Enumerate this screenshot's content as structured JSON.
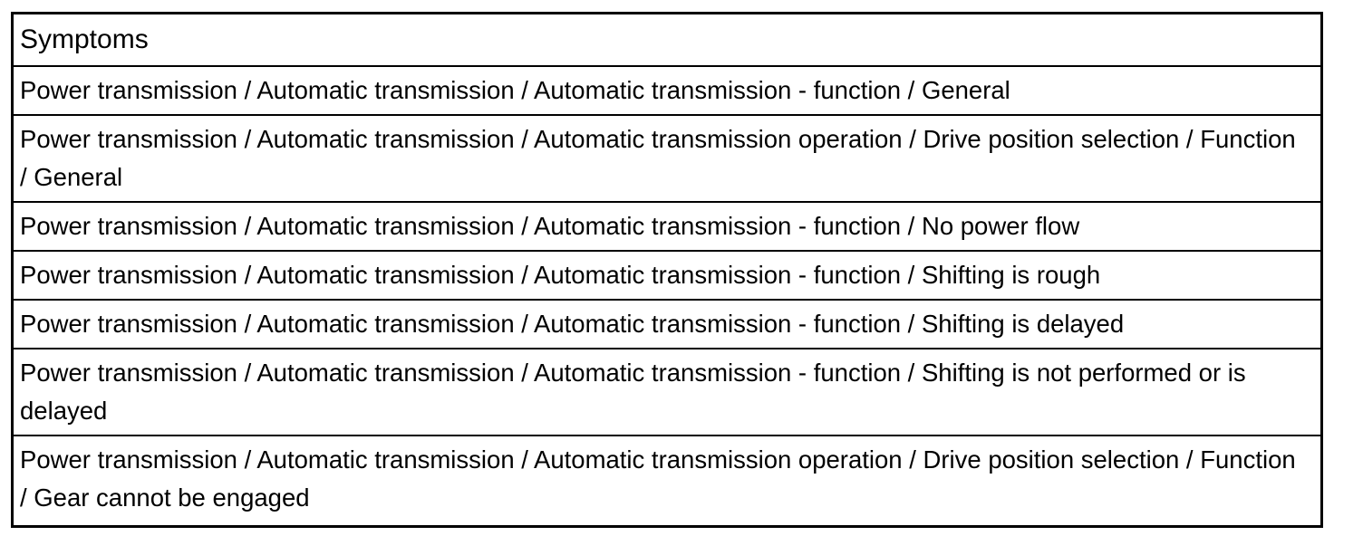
{
  "table": {
    "header": "Symptoms",
    "rows": [
      "Power transmission / Automatic transmission / Automatic transmission - function / General",
      "Power transmission / Automatic transmission / Automatic transmission operation / Drive position selection / Function / General",
      "Power transmission / Automatic transmission / Automatic transmission - function / No power flow",
      "Power transmission / Automatic transmission / Automatic transmission - function / Shifting is rough",
      "Power transmission / Automatic transmission / Automatic transmission - function / Shifting is delayed",
      "Power transmission / Automatic transmission / Automatic transmission - function / Shifting is not performed or is delayed",
      "Power transmission / Automatic transmission / Automatic transmission operation / Drive position selection / Function / Gear cannot be engaged"
    ]
  },
  "colors": {
    "text": "#000000",
    "border": "#000000",
    "background": "#ffffff"
  }
}
